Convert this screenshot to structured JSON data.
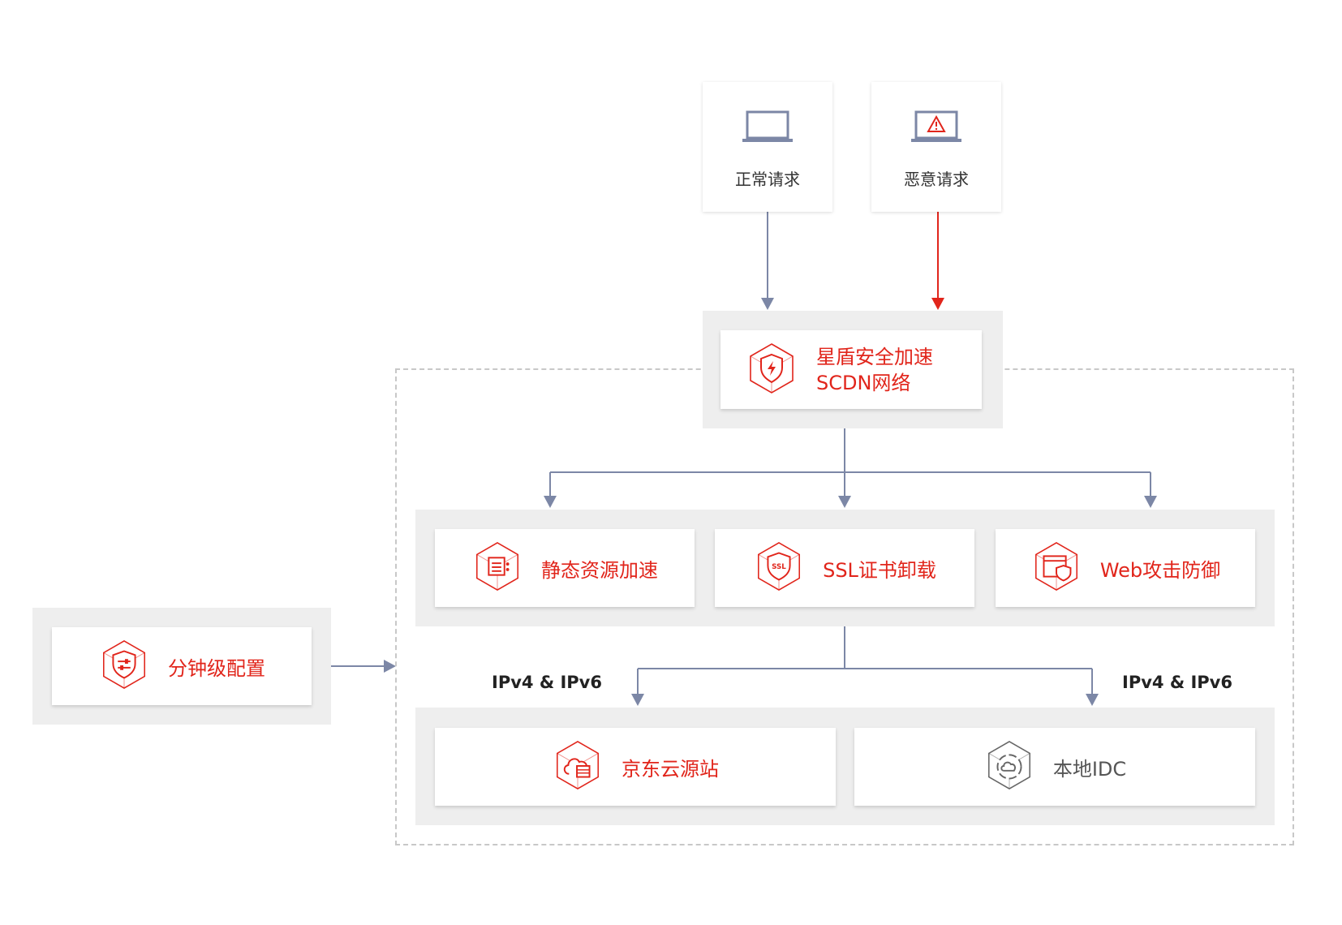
{
  "requests": {
    "normal": "正常请求",
    "malicious": "恶意请求"
  },
  "scdn": {
    "line1": "星盾安全加速",
    "line2": "SCDN网络"
  },
  "features": [
    {
      "label": "静态资源加速",
      "icon": "static-resource-icon"
    },
    {
      "label": "SSL证书卸载",
      "icon": "ssl-icon"
    },
    {
      "label": "Web攻击防御",
      "icon": "web-defense-icon"
    }
  ],
  "config": {
    "label": "分钟级配置",
    "icon": "config-icon"
  },
  "protocol_labels": {
    "left": "IPv4 & IPv6",
    "right": "IPv4 & IPv6"
  },
  "origins": [
    {
      "label": "京东云源站",
      "icon": "cloud-server-icon"
    },
    {
      "label": "本地IDC",
      "icon": "idc-icon"
    }
  ],
  "colors": {
    "accent": "#e1251b",
    "connector": "#7c87a6",
    "panel": "#eeeeee",
    "dashed": "#c8c8c8"
  }
}
